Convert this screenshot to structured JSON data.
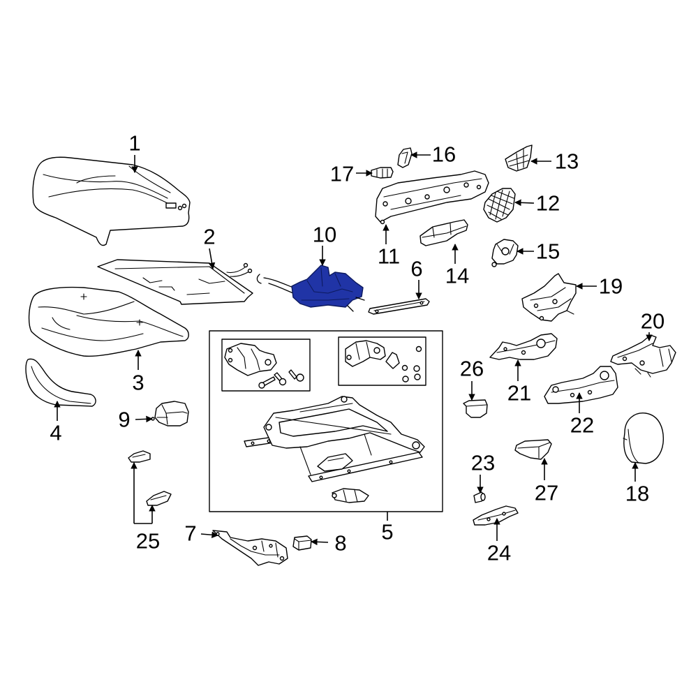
{
  "diagram": {
    "callouts": [
      "1",
      "2",
      "3",
      "4",
      "5",
      "6",
      "7",
      "8",
      "9",
      "10",
      "11",
      "12",
      "13",
      "14",
      "15",
      "16",
      "17",
      "18",
      "19",
      "20",
      "21",
      "22",
      "23",
      "24",
      "25",
      "26",
      "27"
    ]
  },
  "colors": {
    "line": "#000000",
    "highlight": "#2034a6",
    "background": "#ffffff"
  }
}
